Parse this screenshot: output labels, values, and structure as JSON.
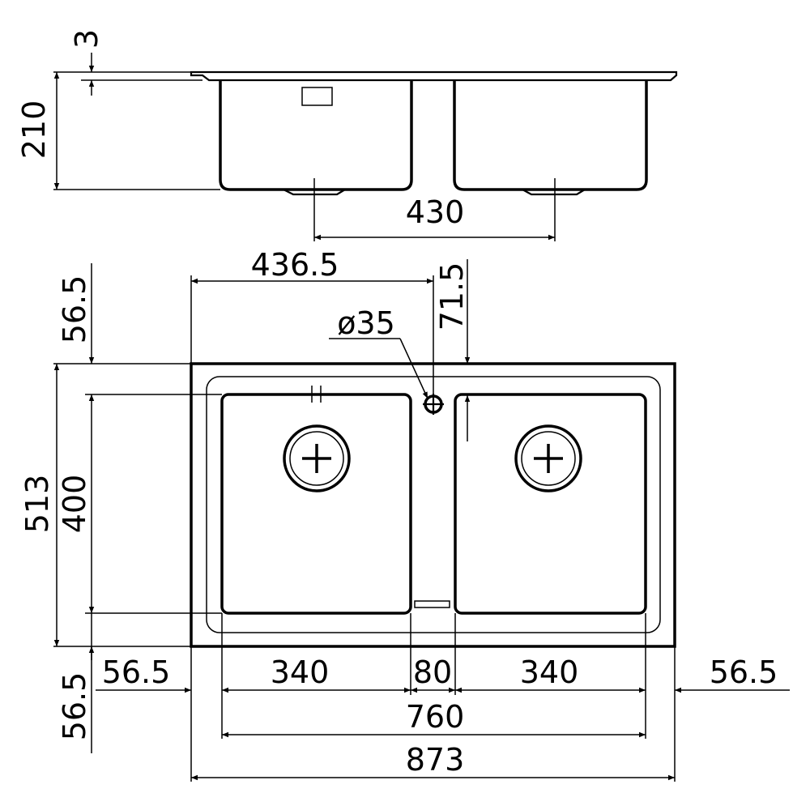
{
  "side_view": {
    "thickness_label": "3",
    "depth_label": "210",
    "drain_spacing_label": "430"
  },
  "top_view": {
    "waste_offset_label": "436.5",
    "tap_hole_label": "ø35",
    "tap_hole_offset_label": "71.5",
    "top_margin_label": "56.5",
    "overall_depth_label": "513",
    "bowl_depth_label": "400",
    "bottom_margin_label": "56.5",
    "left_margin_label": "56.5",
    "right_margin_label": "56.5",
    "left_bowl_width_label": "340",
    "divider_width_label": "80",
    "right_bowl_width_label": "340",
    "bowls_total_label": "760",
    "overall_width_label": "873"
  }
}
